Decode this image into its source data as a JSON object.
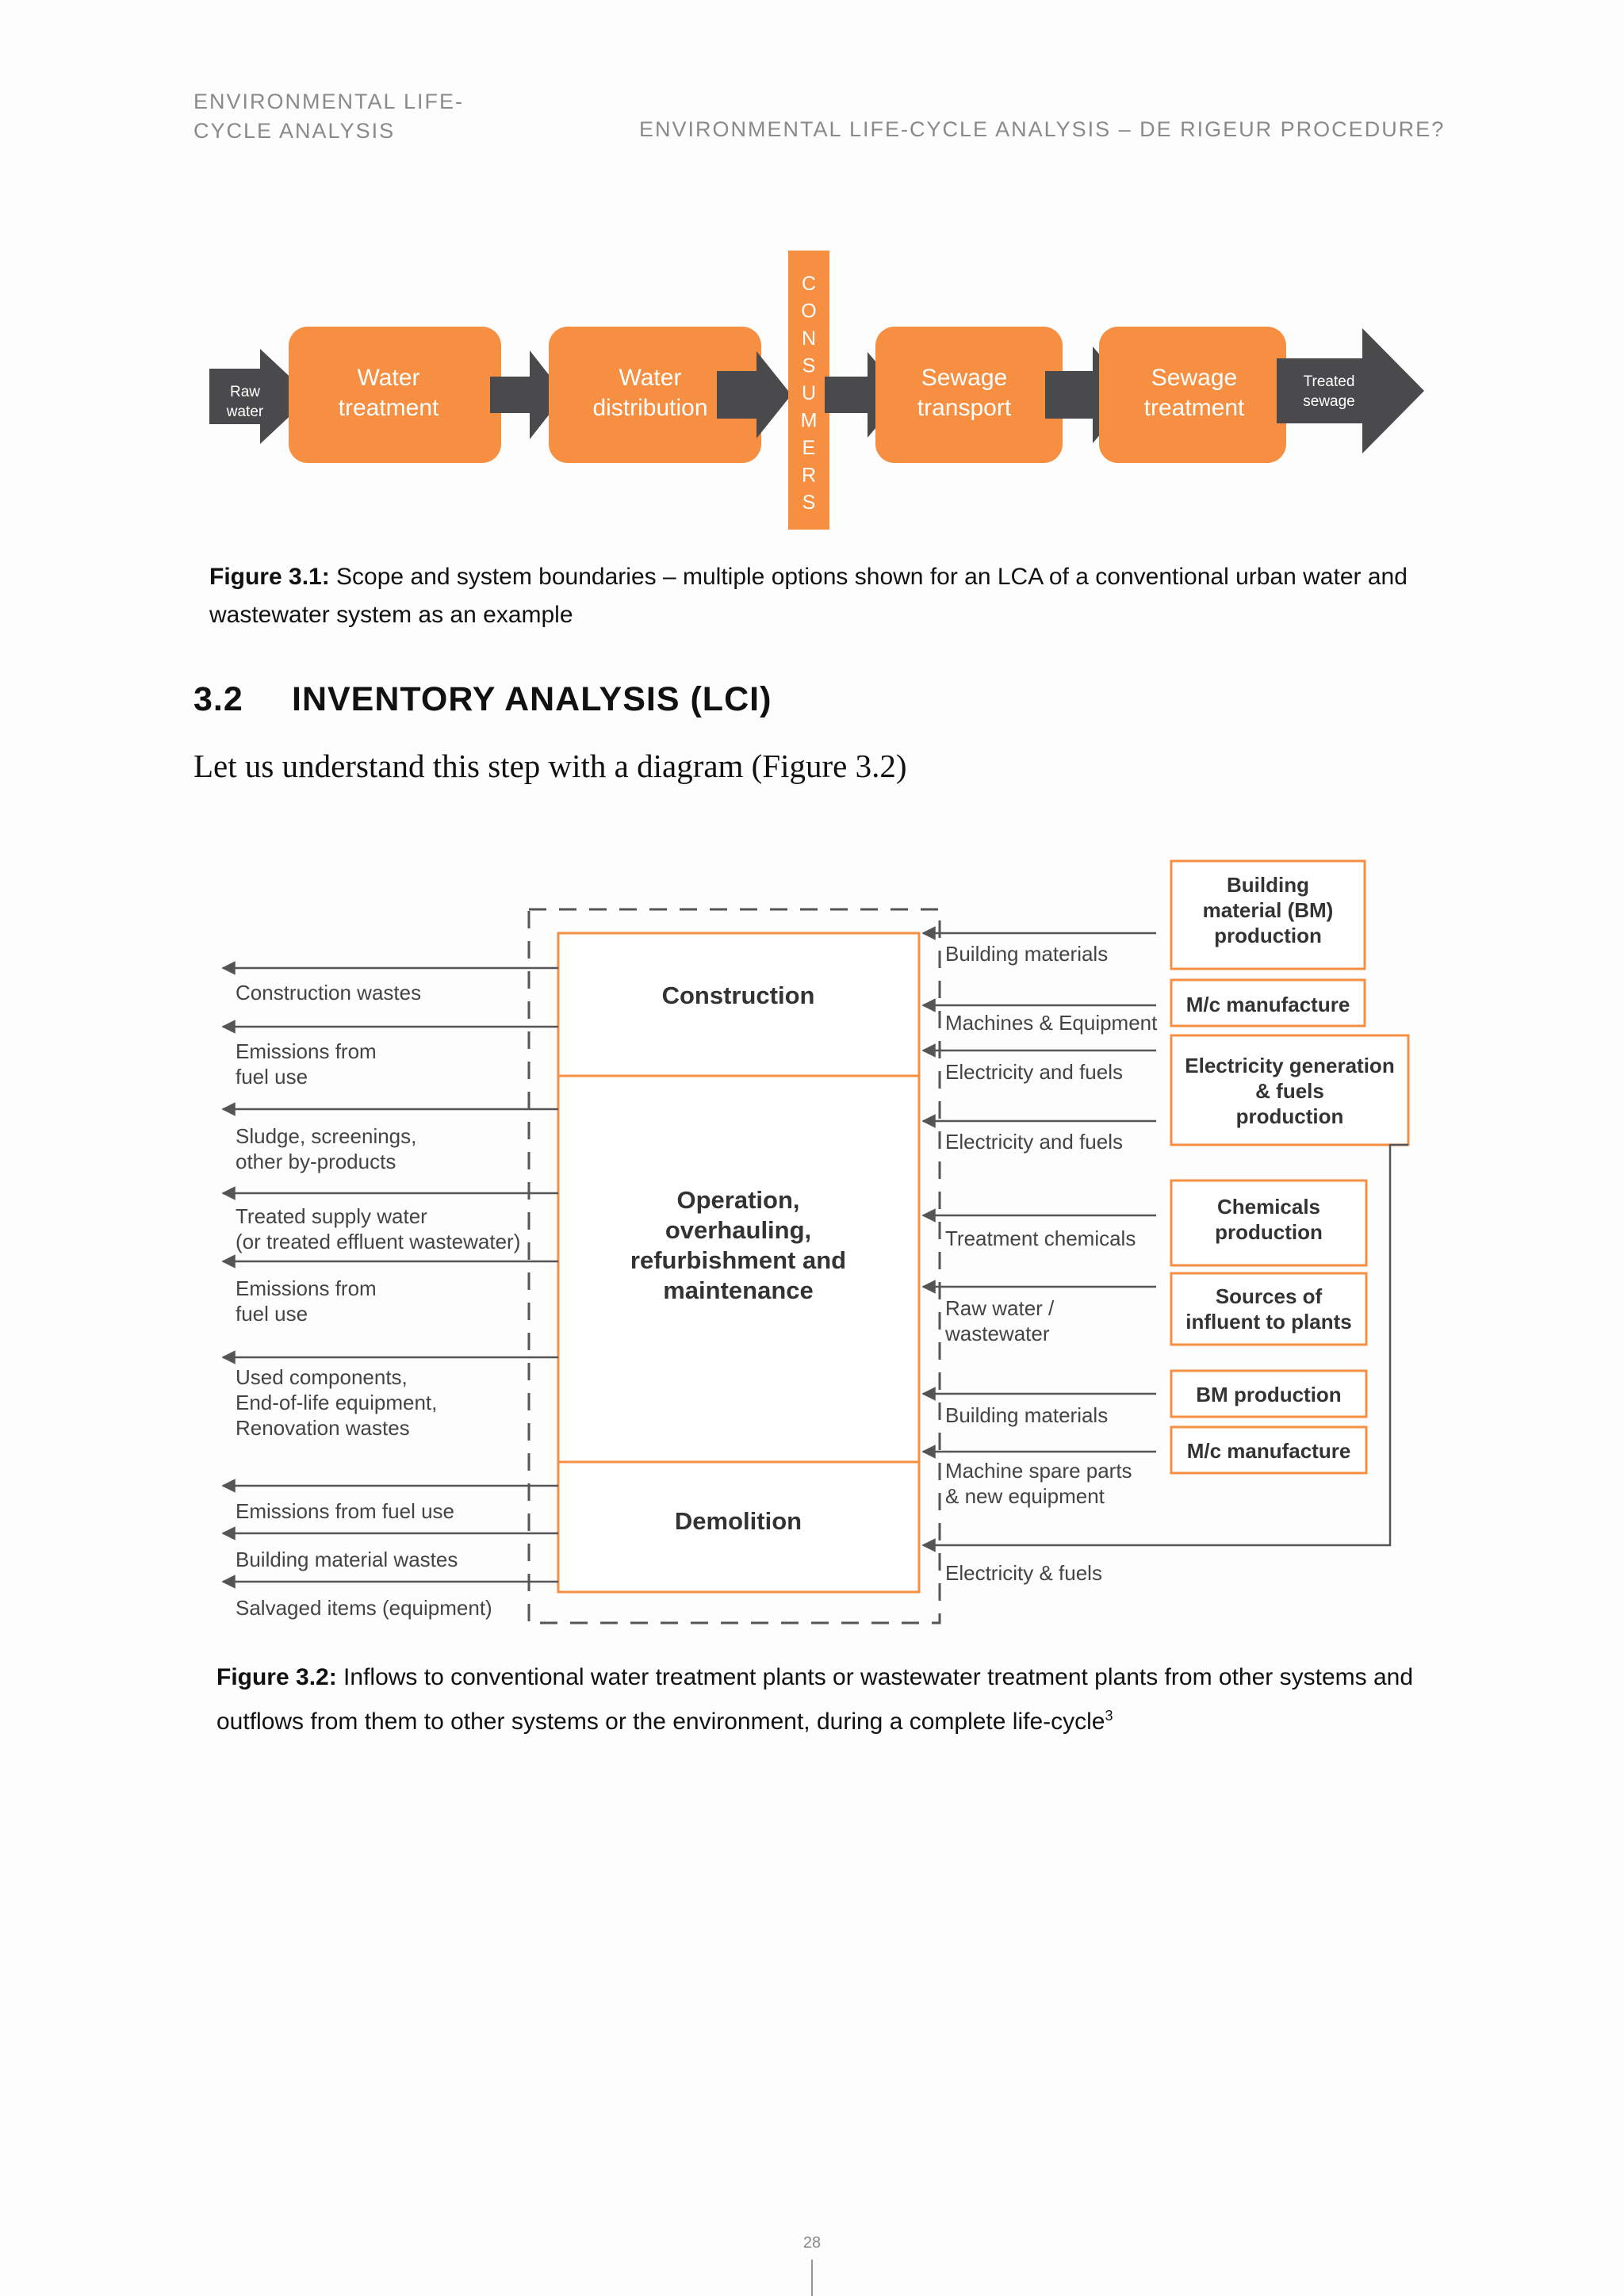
{
  "header": {
    "left": "ENVIRONMENTAL LIFE-CYCLE ANALYSIS",
    "right": "ENVIRONMENTAL LIFE-CYCLE ANALYSIS – DE RIGEUR PROCEDURE?"
  },
  "figure1": {
    "raw_water": [
      "Raw",
      "water"
    ],
    "treated_sewage": [
      "Treated",
      "sewage"
    ],
    "stages": [
      [
        "Water",
        "treatment"
      ],
      [
        "Water",
        "distribution"
      ],
      [
        "Sewage",
        "transport"
      ],
      [
        "Sewage",
        "treatment"
      ]
    ],
    "consumers": "CONSUMERS",
    "caption_label": "Figure 3.1:",
    "caption_text": "Scope and system boundaries – multiple options shown for an LCA of a conventional urban water and wastewater system as an example"
  },
  "section": {
    "number": "3.2",
    "title": "INVENTORY ANALYSIS (LCI)",
    "intro": "Let us understand this step with a diagram (Figure 3.2)"
  },
  "figure2": {
    "phases": [
      [
        "Construction"
      ],
      [
        "Operation,",
        "overhauling,",
        "refurbishment and",
        "maintenance"
      ],
      [
        "Demolition"
      ]
    ],
    "outflows": [
      [
        "Construction wastes"
      ],
      [
        "Emissions from",
        "fuel use"
      ],
      [
        "Sludge, screenings,",
        "other by-products"
      ],
      [
        "Treated supply water",
        "(or treated effluent wastewater)"
      ],
      [
        "Emissions from",
        "fuel use"
      ],
      [
        "Used components,",
        "End-of-life equipment,",
        "Renovation wastes"
      ],
      [
        "Emissions from fuel use"
      ],
      [
        "Building material wastes"
      ],
      [
        "Salvaged items (equipment)"
      ]
    ],
    "inflows": [
      [
        "Building materials"
      ],
      [
        "Machines & Equipment"
      ],
      [
        "Electricity and fuels"
      ],
      [
        "Electricity and fuels"
      ],
      [
        "Treatment chemicals"
      ],
      [
        "Raw water /",
        "wastewater"
      ],
      [
        "Building materials"
      ],
      [
        "Machine spare parts",
        "& new equipment"
      ],
      [
        "Electricity & fuels"
      ]
    ],
    "sources": [
      [
        "Building",
        "material (BM)",
        "production"
      ],
      [
        "M/c manufacture"
      ],
      [
        "Electricity generation",
        "& fuels",
        "production"
      ],
      [
        "Chemicals",
        "production"
      ],
      [
        "Sources of",
        "influent to plants"
      ],
      [
        "BM production"
      ],
      [
        "M/c manufacture"
      ]
    ],
    "caption_label": "Figure 3.2:",
    "caption_text": "Inflows to conventional water treatment plants or wastewater treatment plants from other systems and outflows from them to other systems or the environment, during a complete life-cycle",
    "caption_sup": "3"
  },
  "page_number": "28",
  "colors": {
    "orange": "#f68f41",
    "dark": "#4a4a4d",
    "text": "#222222"
  }
}
